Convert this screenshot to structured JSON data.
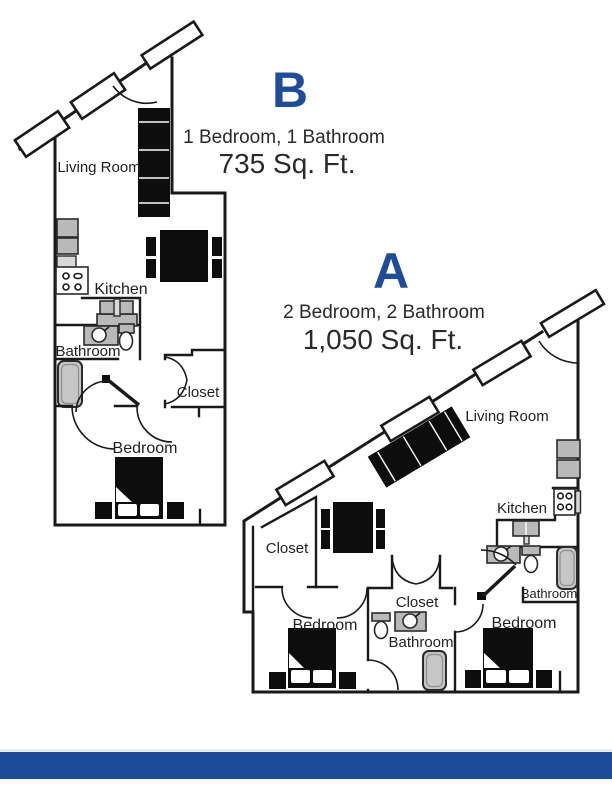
{
  "document": {
    "type": "apartment-floor-plan-sheet",
    "units": {
      "b": {
        "letter": "B",
        "specs": "1 Bedroom, 1 Bathroom",
        "area": "735 Sq. Ft.",
        "labels": {
          "living_room": "Living Room",
          "kitchen": "Kitchen",
          "bathroom": "Bathroom",
          "closet": "Closet",
          "bedroom": "Bedroom"
        }
      },
      "a": {
        "letter": "A",
        "specs": "2 Bedroom, 2 Bathroom",
        "area": "1,050 Sq. Ft.",
        "labels": {
          "living_room": "Living Room",
          "kitchen": "Kitchen",
          "closet_left": "Closet",
          "closet_middle": "Closet",
          "bathroom_middle": "Bathroom",
          "bathroom_right": "Bathroom",
          "bedroom_left": "Bedroom",
          "bedroom_right": "Bedroom"
        }
      }
    },
    "colors": {
      "accent_blue": "#1e4c9b",
      "footer_blue": "#1c4a99",
      "wall_black": "#1a1a1a",
      "fixture_gray": "#b9b9b9",
      "text_dark": "#2b2a29"
    }
  }
}
